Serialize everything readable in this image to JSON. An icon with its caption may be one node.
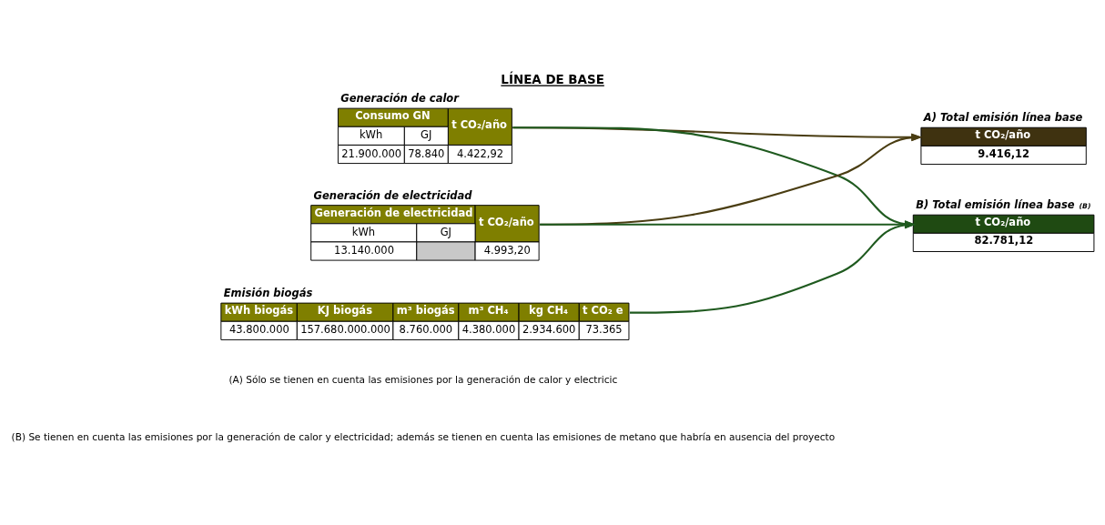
{
  "diagram": {
    "title": "LÍNEA DE BASE",
    "nodes": [
      {
        "text": [
          "Generación de calor",
          "Consumo GN",
          "kWh",
          "GJ",
          "t CO₂/año",
          "21.900.000",
          "78.840",
          "4.422,92"
        ]
      },
      {
        "text": [
          "Generación de electricidad",
          "Generación de electricidad",
          "kWh",
          "GJ",
          "t CO₂/año",
          "13.140.000",
          "4.993,20"
        ]
      },
      {
        "text": [
          "Emisión biogás",
          "kWh biogás",
          "KJ biogás",
          "m³ biogás",
          "m³ CH₄",
          "kg CH₄",
          "t CO₂ e",
          "43.800.000",
          "157.680.000.000",
          "8.760.000",
          "4.380.000",
          "2.934.600",
          "73.365"
        ]
      },
      {
        "text": [
          "A) Total emisión línea base",
          "t CO₂/año",
          "9.416,12"
        ]
      },
      {
        "text": [
          "B) Total emisión línea base $^{(B)}$",
          "t CO₂/año",
          "82.781,12"
        ]
      }
    ],
    "edges": [
      {
        "from": 0,
        "to": 3,
        "arrow": "to",
        "color": "#4a3d12"
      },
      {
        "from": 0,
        "to": 4,
        "arrow": "to"
      },
      {
        "from": 1,
        "to": 3,
        "arrow": "to",
        "color": "#4a3d12"
      },
      {
        "from": 1,
        "to": 4,
        "arrow": "to"
      },
      {
        "from": 2,
        "to": 4,
        "arrow": "to"
      }
    ],
    "labels": [
      "(A) Sólo se tienen en cuenta las emisiones por la generación de calor y electricic",
      "(B) Se tienen en cuenta las emisiones por la generación de calor y electricidad; además se tienen en cuenta las emisiones de metano que habría en ausencia del proyecto"
    ]
  }
}
